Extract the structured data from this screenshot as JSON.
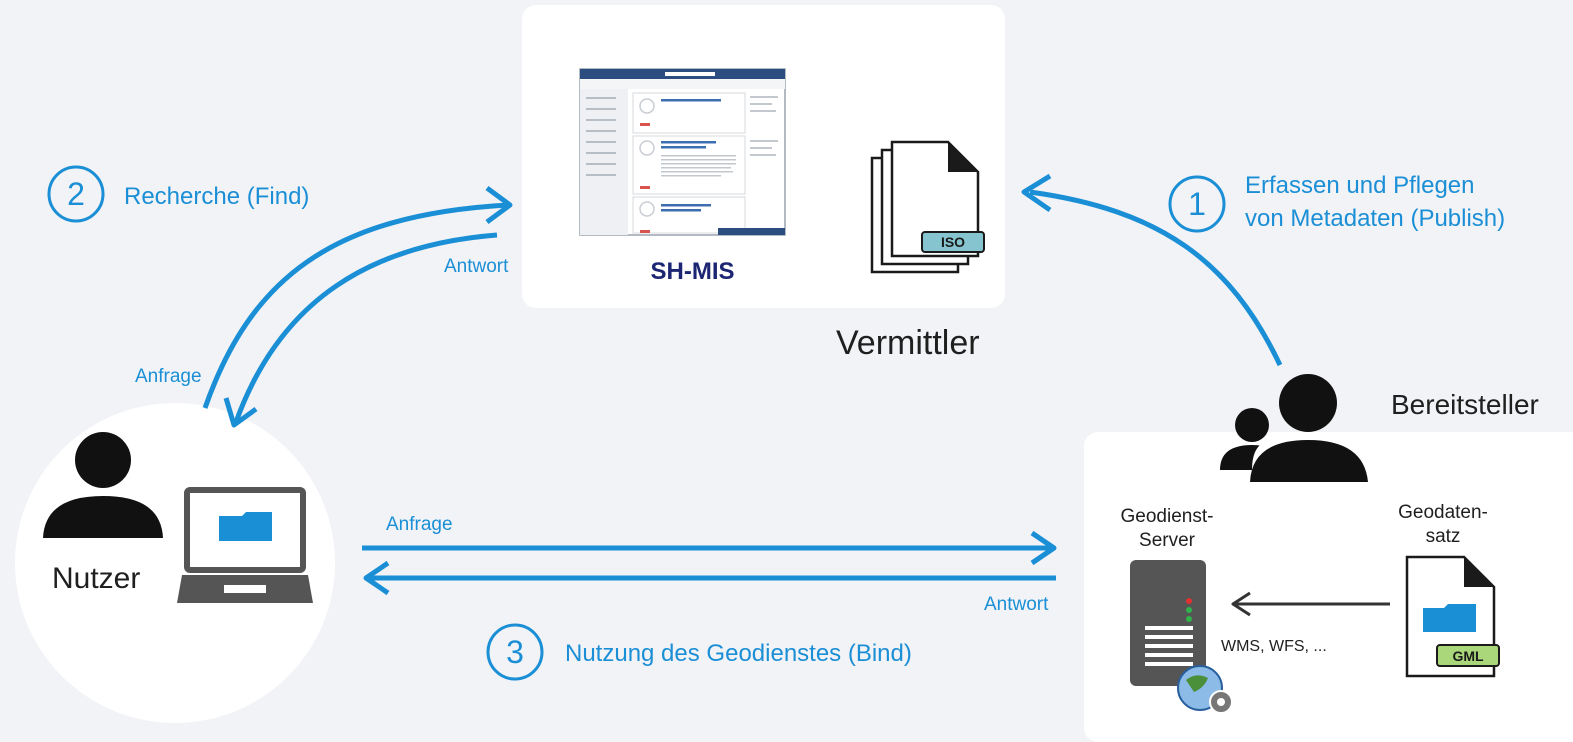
{
  "steps": [
    {
      "number": "1",
      "label_line1": "Erfassen und Pflegen",
      "label_line2": "von Metadaten (Publish)"
    },
    {
      "number": "2",
      "label": "Recherche (Find)"
    },
    {
      "number": "3",
      "label": "Nutzung des Geodienstes (Bind)"
    }
  ],
  "roles": {
    "broker": "Vermittler",
    "provider": "Bereitsteller",
    "user": "Nutzer"
  },
  "catalog": {
    "name": "SH-MIS"
  },
  "metadata_doc": {
    "badge": "ISO"
  },
  "server": {
    "line1": "Geodienst-",
    "line2": "Server"
  },
  "dataset": {
    "line1": "Geodaten-",
    "line2": "satz",
    "badge": "GML"
  },
  "services": "WMS, WFS, ...",
  "arrows": {
    "find_request": "Anfrage",
    "find_response": "Antwort",
    "bind_request": "Anfrage",
    "bind_response": "Antwort"
  },
  "colors": {
    "accent": "#1b8fd6",
    "background": "#f2f3f7",
    "panel": "#ffffff",
    "dark": "#111111"
  }
}
